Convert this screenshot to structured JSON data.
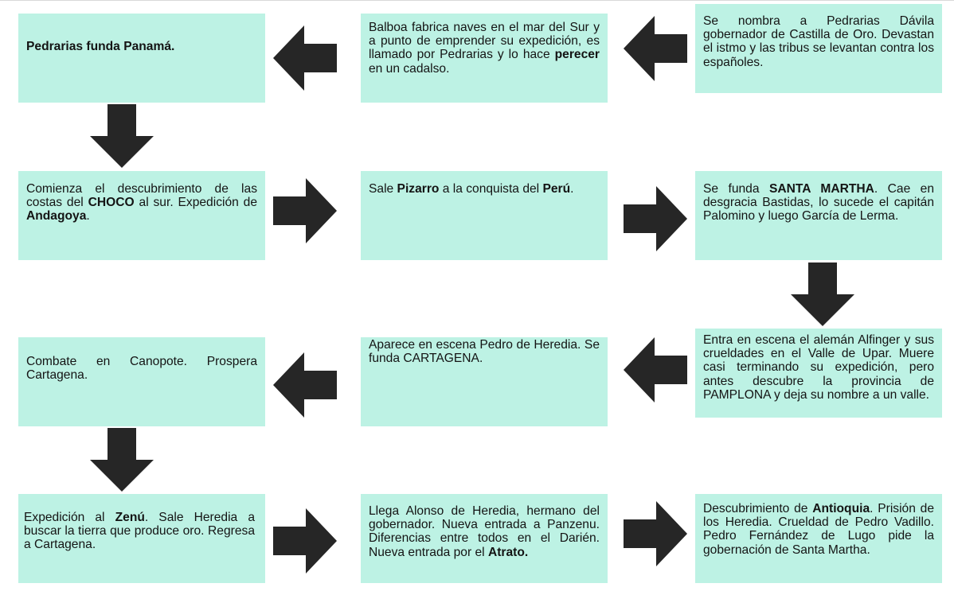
{
  "colors": {
    "box": "#bdf2e4",
    "arrow": "#262626",
    "text": "#141414"
  },
  "steps": {
    "step1": {
      "parts": [
        {
          "t": "Se nombra a Pedrarias Dávila gobernador de Castilla de Oro. Devastan el istmo y las tribus se levantan contra los españoles."
        }
      ]
    },
    "step2": {
      "parts": [
        {
          "t": "Balboa fabrica naves en el mar del Sur y a punto de emprender su expedición, es llamado por Pedrarias y lo hace "
        },
        {
          "t": "perecer",
          "b": true
        },
        {
          "t": " en un cadalso."
        }
      ]
    },
    "step3": {
      "parts": [
        {
          "t": "Pedrarias funda Panamá.",
          "b": true
        }
      ]
    },
    "step4": {
      "parts": [
        {
          "t": "Comienza el descubrimiento de las costas del "
        },
        {
          "t": "CHOCO",
          "b": true
        },
        {
          "t": " al sur. Expedición de "
        },
        {
          "t": "Andagoya",
          "b": true
        },
        {
          "t": "."
        }
      ]
    },
    "step5": {
      "parts": [
        {
          "t": "Sale "
        },
        {
          "t": "Pizarro",
          "b": true
        },
        {
          "t": " a la conquista del "
        },
        {
          "t": "Perú",
          "b": true
        },
        {
          "t": "."
        }
      ]
    },
    "step6": {
      "parts": [
        {
          "t": "Se funda "
        },
        {
          "t": "SANTA MARTHA",
          "b": true
        },
        {
          "t": ". Cae en desgracia Bastidas, lo sucede el capitán Palomino y luego García de Lerma."
        }
      ]
    },
    "step7": {
      "parts": [
        {
          "t": "Entra en escena el alemán Alfinger y sus crueldades en el Valle de Upar. Muere casi terminando su expedición, pero antes descubre la provincia de PAMPLONA y deja su nombre a un valle."
        }
      ]
    },
    "step8": {
      "parts": [
        {
          "t": "Aparece en escena Pedro de Heredia. Se funda CARTAGENA."
        }
      ]
    },
    "step9": {
      "parts": [
        {
          "t": "Combate en Canopote. Prospera Cartagena."
        }
      ]
    },
    "step10": {
      "parts": [
        {
          "t": "Expedición al "
        },
        {
          "t": "Zenú",
          "b": true
        },
        {
          "t": ". Sale Heredia a buscar la tierra que produce oro. Regresa a Cartagena."
        }
      ]
    },
    "step11": {
      "parts": [
        {
          "t": "Llega Alonso de Heredia, hermano del gobernador. Nueva entrada a Panzenu. Diferencias entre todos en el Darién. Nueva entrada por el "
        },
        {
          "t": "Atrato.",
          "b": true
        }
      ]
    },
    "step12": {
      "parts": [
        {
          "t": "Descubrimiento de "
        },
        {
          "t": "Antioquia",
          "b": true
        },
        {
          "t": ". Prisión de los Heredia. Crueldad de Pedro Vadillo. Pedro Fernández de Lugo pide la gobernación de Santa Martha."
        }
      ]
    }
  }
}
